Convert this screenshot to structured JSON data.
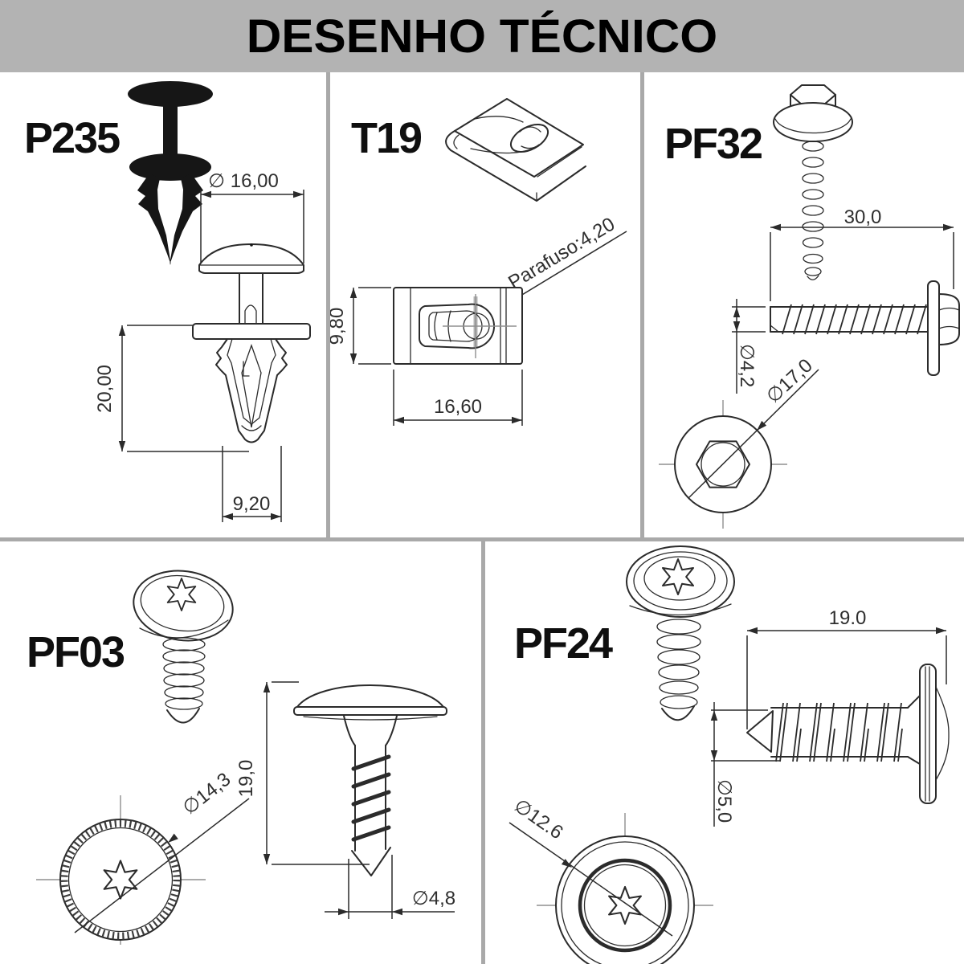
{
  "header": {
    "title": "DESENHO TÉCNICO"
  },
  "parts": {
    "p235": {
      "label": "P235",
      "dim_head_diameter": "∅ 16,00",
      "dim_length": "20,00",
      "dim_tip_width": "9,20"
    },
    "t19": {
      "label": "T19",
      "callout_screw": "Parafuso:4,20",
      "dim_height": "9,80",
      "dim_width": "16,60"
    },
    "pf32": {
      "label": "PF32",
      "dim_length": "30,0",
      "dim_thread_diameter": "∅4,2",
      "dim_washer_diameter": "∅17,0"
    },
    "pf03": {
      "label": "PF03",
      "dim_head_diameter": "∅14,3",
      "dim_length": "19,0",
      "dim_thread_diameter": "∅4,8"
    },
    "pf24": {
      "label": "PF24",
      "dim_length": "19.0",
      "dim_thread_diameter": "∅5,0",
      "dim_head_diameter": "∅12.6"
    }
  }
}
